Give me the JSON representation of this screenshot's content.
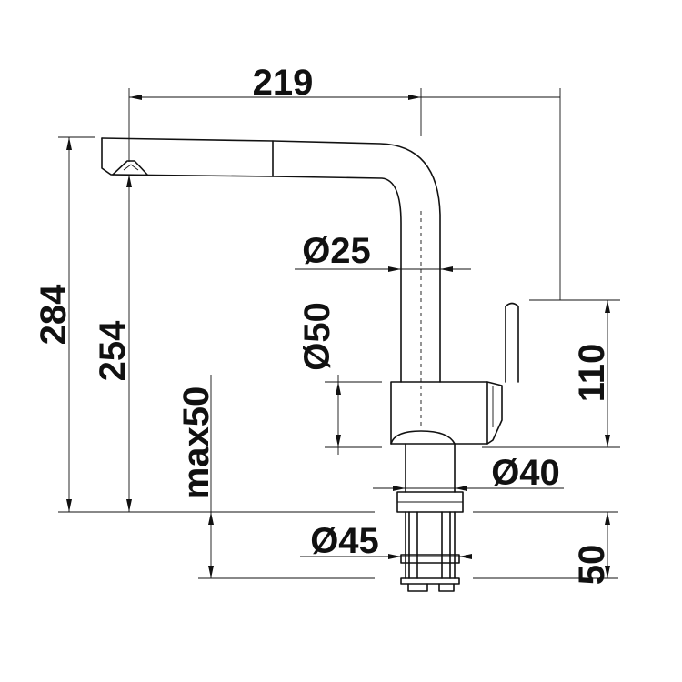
{
  "drawing": {
    "line_color": "#111111",
    "background": "#ffffff",
    "dimensions": {
      "spout_reach": "219",
      "total_height": "284",
      "outlet_height": "254",
      "max_deck_thickness": "max50",
      "spout_diameter": "Ø25",
      "body_diameter": "Ø50",
      "lever_height": "110",
      "base_diameter": "Ø40",
      "hole_diameter": "Ø45",
      "shank_length": "50"
    }
  }
}
